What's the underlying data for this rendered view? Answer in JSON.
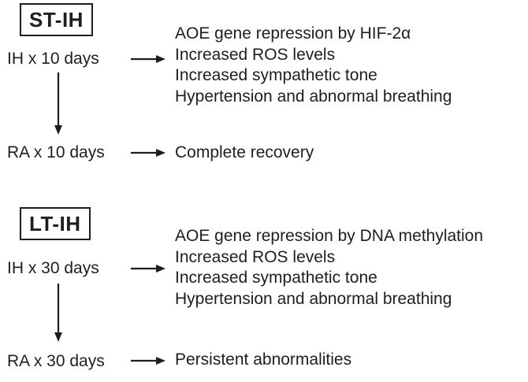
{
  "panels": [
    {
      "title": "ST-IH",
      "exposure": "IH x 10 days",
      "recovery_step": "RA x 10 days",
      "effects": [
        "AOE gene repression by HIF-2α",
        "Increased ROS levels",
        "Increased sympathetic tone",
        "Hypertension and abnormal breathing"
      ],
      "outcome": "Complete recovery"
    },
    {
      "title": "LT-IH",
      "exposure": "IH x 30 days",
      "recovery_step": "RA x 30 days",
      "effects": [
        "AOE gene repression by DNA methylation",
        "Increased ROS levels",
        "Increased sympathetic tone",
        "Hypertension and abnormal breathing"
      ],
      "outcome": "Persistent abnormalities"
    }
  ]
}
